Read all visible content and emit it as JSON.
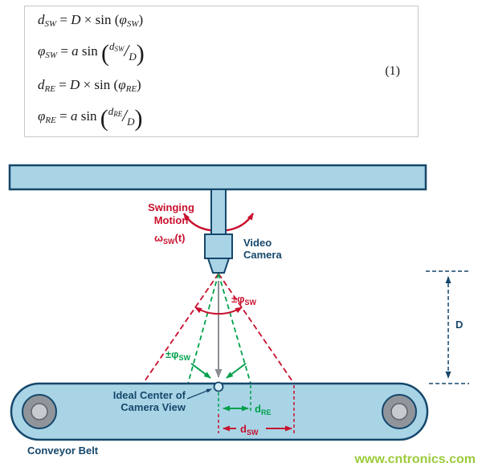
{
  "formula": {
    "number": "(1)",
    "eq1": {
      "lhs": "d",
      "lhs_sub": "SW",
      "rel": " = ",
      "var": "D",
      "op": " × ",
      "fn": "sin ",
      "open": "(",
      "arg": "φ",
      "arg_sub": "SW",
      "close": ")"
    },
    "eq2": {
      "lhs": "φ",
      "lhs_sub": "SW",
      "rel": " = ",
      "coeff": "a",
      "fn": " sin ",
      "open": "(",
      "num": "d",
      "num_sub": "SW",
      "slash": "/",
      "den": "D",
      "close": ")"
    },
    "eq3": {
      "lhs": "d",
      "lhs_sub": "RE",
      "rel": " = ",
      "var": "D",
      "op": " × ",
      "fn": "sin ",
      "open": "(",
      "arg": "φ",
      "arg_sub": "RE",
      "close": ")"
    },
    "eq4": {
      "lhs": "φ",
      "lhs_sub": "RE",
      "rel": " = ",
      "coeff": "a",
      "fn": " sin ",
      "open": "(",
      "num": "d",
      "num_sub": "RE",
      "slash": "/",
      "den": "D",
      "close": ")"
    }
  },
  "diagram": {
    "swing_label_line1": "Swinging",
    "swing_label_line2": "Motion",
    "omega": {
      "base": "ω",
      "sub": "SW",
      "suffix": "(t)"
    },
    "camera_label_line1": "Video",
    "camera_label_line2": "Camera",
    "phi_sw_red": {
      "pm": "±φ",
      "sub": "SW"
    },
    "phi_sw_green": {
      "pm": "±φ",
      "sub": "SW"
    },
    "ideal_center_line1": "Ideal Center of",
    "ideal_center_line2": "Camera View",
    "conveyor_belt": "Conveyor Belt",
    "d_re": {
      "base": "d",
      "sub": "RE"
    },
    "d_sw": {
      "base": "d",
      "sub": "SW"
    },
    "distance_label": "D",
    "watermark": "www.cntronics.com"
  },
  "colors": {
    "beam_fill": "#A9D4E6",
    "outline_navy": "#15476B",
    "red": "#C8102E",
    "green": "#00A04B",
    "gray_arrow": "#8A8D90",
    "roller_outer": "#90959B",
    "roller_inner": "#C6CBD0",
    "watermark_green": "#9BCB3C"
  }
}
